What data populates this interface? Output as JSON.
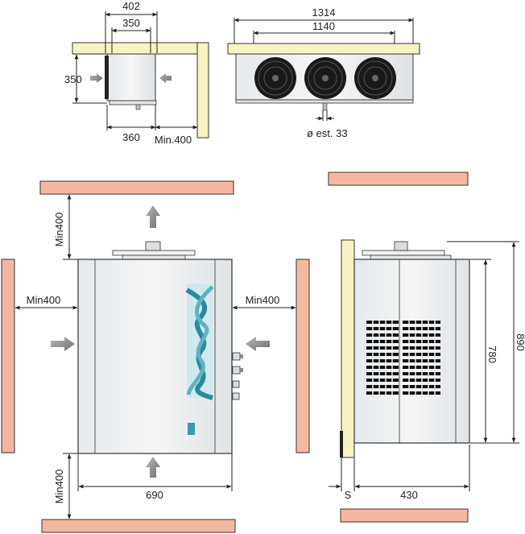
{
  "top_left_view": {
    "width_outer": "402",
    "width_inner": "350",
    "height": "350",
    "depth": "360",
    "min_clearance": "Min.400"
  },
  "top_right_view": {
    "length_outer": "1314",
    "length_inner": "1140",
    "drain": "ø est. 33",
    "fan_count": 3
  },
  "front_view": {
    "clearance_top": "Min400",
    "clearance_left": "Min400",
    "clearance_right": "Min400",
    "clearance_bottom": "Min400",
    "width": "690"
  },
  "side_view": {
    "height_total": "890",
    "height_body": "780",
    "depth": "430",
    "gap_label": "S"
  },
  "colors": {
    "wall_beige": "#f8f3c2",
    "wall_salmon": "#f4b8a0",
    "body_fill": "#eef1f3",
    "fan_dark": "#1a1a1a",
    "arrow_grey": "#8a8a8a"
  }
}
